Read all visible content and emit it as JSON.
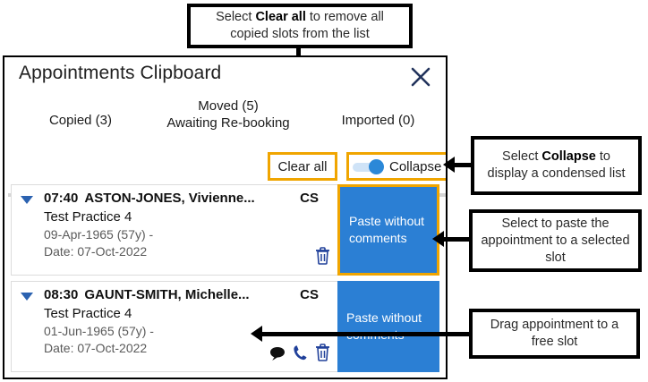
{
  "panel": {
    "title": "Appointments Clipboard",
    "close_icon": "close-icon"
  },
  "tabs": [
    {
      "label": "Copied (3)",
      "sub": "",
      "selected": true
    },
    {
      "label": "Moved (5)",
      "sub": "Awaiting Re-booking",
      "selected": false
    },
    {
      "label": "Imported (0)",
      "sub": "",
      "selected": false
    }
  ],
  "toolbar": {
    "clear_all_label": "Clear all",
    "collapse_label": "Collapse",
    "collapse_state": "on"
  },
  "appointments": [
    {
      "time": "07:40",
      "patient": "ASTON-JONES, Vivienne...",
      "code": "CS",
      "practice": "Test Practice 4",
      "dob": "09-Apr-1965 (57y) -",
      "date": "Date: 07-Oct-2022",
      "paste_label": "Paste without comments",
      "paste_highlighted": true,
      "icons": [
        "delete-icon"
      ]
    },
    {
      "time": "08:30",
      "patient": "GAUNT-SMITH, Michelle...",
      "code": "CS",
      "practice": "Test Practice 4",
      "dob": "01-Jun-1965 (57y) -",
      "date": "Date: 07-Oct-2022",
      "paste_label": "Paste without comments",
      "paste_highlighted": false,
      "icons": [
        "comment-icon",
        "phone-icon",
        "delete-icon"
      ]
    }
  ],
  "callouts": {
    "clear_all": {
      "pre": "Select ",
      "strong": "Clear all",
      "post": " to remove all copied slots from the list"
    },
    "collapse": {
      "pre": "Select ",
      "strong": "Collapse",
      "post": " to display a condensed list"
    },
    "paste": {
      "pre": "",
      "strong": "",
      "post": "Select to paste the appointment to a selected slot"
    },
    "drag": {
      "pre": "",
      "strong": "",
      "post": "Drag appointment to a free slot"
    }
  },
  "colors": {
    "accent_blue": "#2b7fd4",
    "tab_indicator": "#2b88d8",
    "highlight_orange": "#f0a500",
    "icon_navy": "#20409a",
    "callout_border": "#000000"
  }
}
